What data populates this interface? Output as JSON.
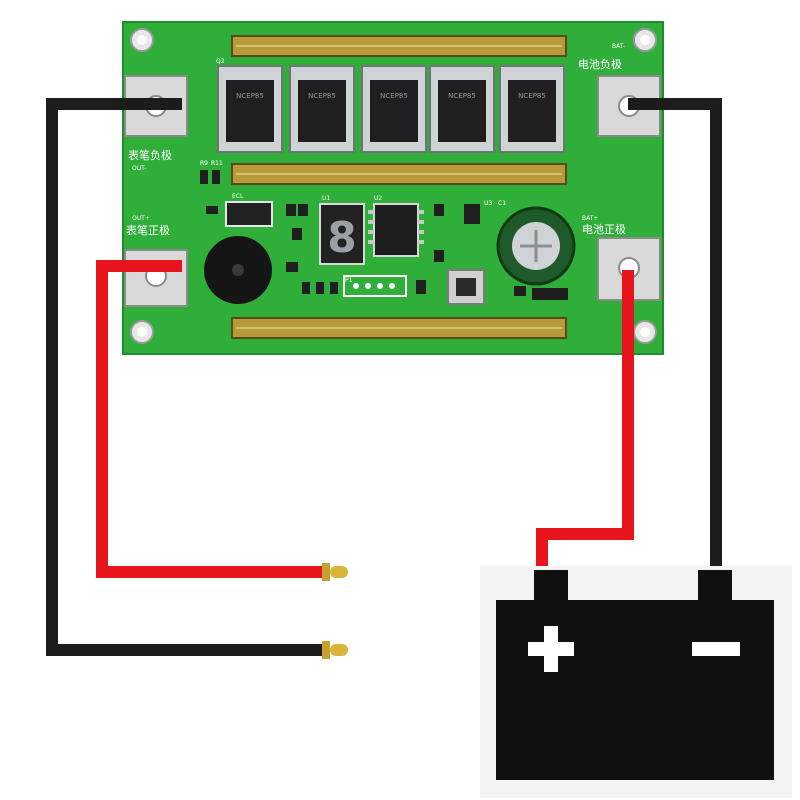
{
  "board": {
    "terminals": {
      "pen_negative_cn": "表笔负极",
      "pen_negative_code": "OUT-",
      "pen_positive_code": "OUT+",
      "pen_positive_cn": "表笔正极",
      "battery_negative_code": "BAT-",
      "battery_negative_cn": "电池负极",
      "battery_positive_code": "BAT+",
      "battery_positive_cn": "电池正极"
    },
    "component_labels": {
      "q2": "Q2",
      "r9": "R9",
      "r11": "R11",
      "ecl": "ECL",
      "u1": "U1",
      "u2": "U2",
      "u3": "U3",
      "c1": "C1",
      "p1": "P1"
    },
    "display_digit": "8",
    "mosfet_part_number": "NCEP85",
    "mosfet_count": 5
  },
  "battery": {
    "positive_symbol": "+",
    "negative_symbol": "−"
  },
  "colors": {
    "pcb": "#2fae3a",
    "pcb_dark": "#238a2d",
    "wire_positive": "#e8141c",
    "wire_negative": "#1c1c1c",
    "battery_body": "#111111",
    "copper_bar": "#b89a3a",
    "probe_tip": "#d8b43a"
  }
}
